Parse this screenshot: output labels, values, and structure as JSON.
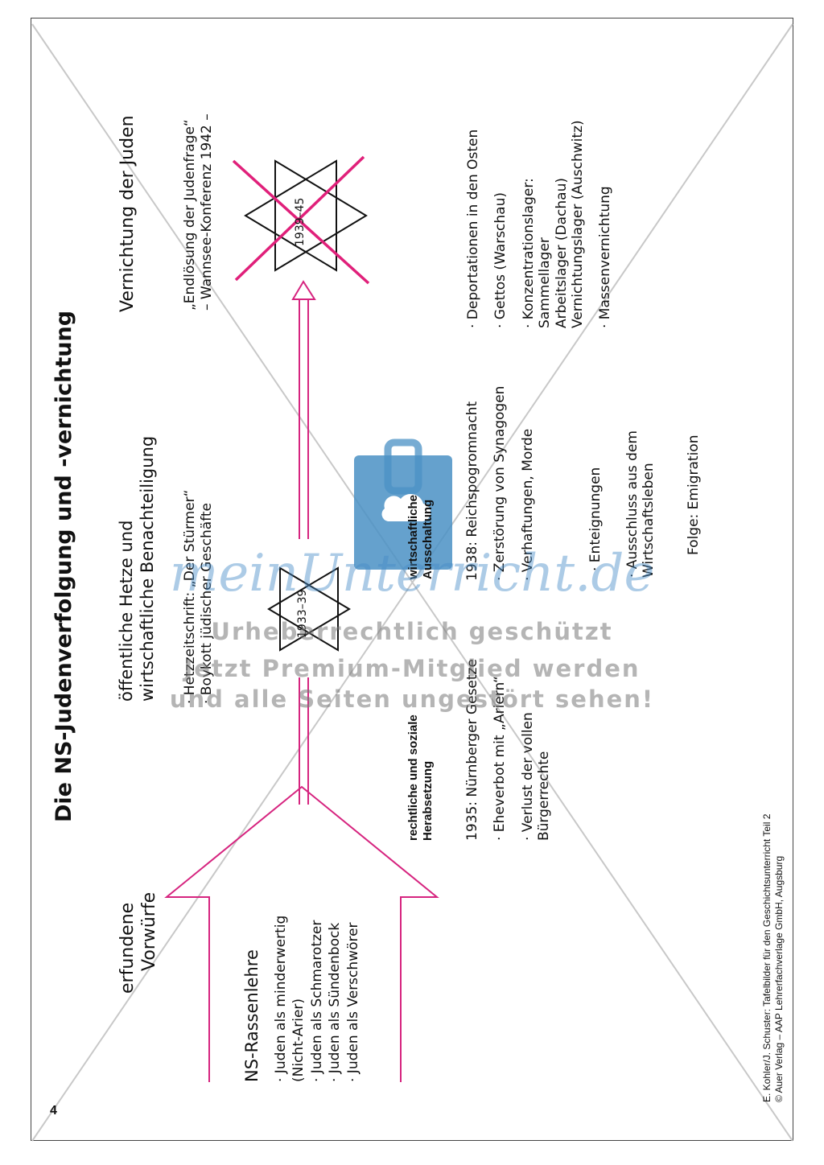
{
  "page": {
    "number": "4",
    "title": "Die NS-Judenverfolgung und -vernichtung",
    "source_line_1": "E. Kohler/J. Schuster: Tafelbilder für den Geschichtsunterricht Teil 2",
    "source_line_2": "© Auer Verlag – AAP Lehrerfachverlage GmbH, Augsburg"
  },
  "origins": {
    "heading_line1": "erfundene",
    "heading_line2": "Vorwürfe",
    "ns_heading": "NS-Rassenlehre",
    "items": [
      "· Juden als minderwertig",
      "  (Nicht-Arier)",
      "· Juden als Schmarotzer",
      "· Juden als Sündenbock",
      "· Juden als Verschwörer"
    ]
  },
  "stage1": {
    "heading_line1": "öffentliche Hetze und",
    "heading_line2": "wirtschaftliche Benachteiligung",
    "items": [
      "· Hetzzeitschrift: „Der Stürmer“",
      "· Boykott jüdischer Geschäfte"
    ],
    "star_label": "1933–39"
  },
  "stage2": {
    "legal_heading_line1": "rechtliche und soziale",
    "legal_heading_line2": "Herabsetzung",
    "legal_items": [
      "1935: Nürnberger Gesetze",
      "· Eheverbot mit „Ariern“",
      "· Verlust der vollen",
      "  Bürgerrechte"
    ],
    "econ_heading_line1": "wirtschaftliche",
    "econ_heading_line2": "Ausschaltung",
    "econ_items": [
      "1938: Reichspogromnacht",
      "· Zerstörung von Synagogen",
      "· Verhaftungen, Morde",
      "· Enteignungen",
      "· Ausschluss aus dem",
      "  Wirtschaftsleben"
    ],
    "consequence": "Folge: Emigration"
  },
  "stage3": {
    "heading": "Vernichtung der Juden",
    "star_label": "1939–45",
    "quote_line1": "„Endlösung der Judenfrage“",
    "quote_line2": "– Wannsee-Konferenz 1942 –",
    "items": [
      "· Deportationen in den Osten",
      "· Gettos (Warschau)",
      "· Konzentrationslager:",
      "  Sammellager",
      "  Arbeitslager (Dachau)",
      "  Vernichtungslager (Auschwitz)",
      "· Massenvernichtung"
    ]
  },
  "watermark": {
    "brand": "meinUnterricht.de",
    "line1": "Urheberrechtlich geschützt",
    "line2": "Jetzt Premium-Mitglied werden",
    "line3": "und alle Seiten ungestört sehen!"
  },
  "colors": {
    "arrow": "#d6247f",
    "cross": "#e0207a",
    "watermark_blue": "#4a90c4",
    "text": "#111111"
  },
  "icons": {
    "star_of_david": "star-of-david-icon",
    "briefcase": "briefcase-cloud-icon"
  }
}
